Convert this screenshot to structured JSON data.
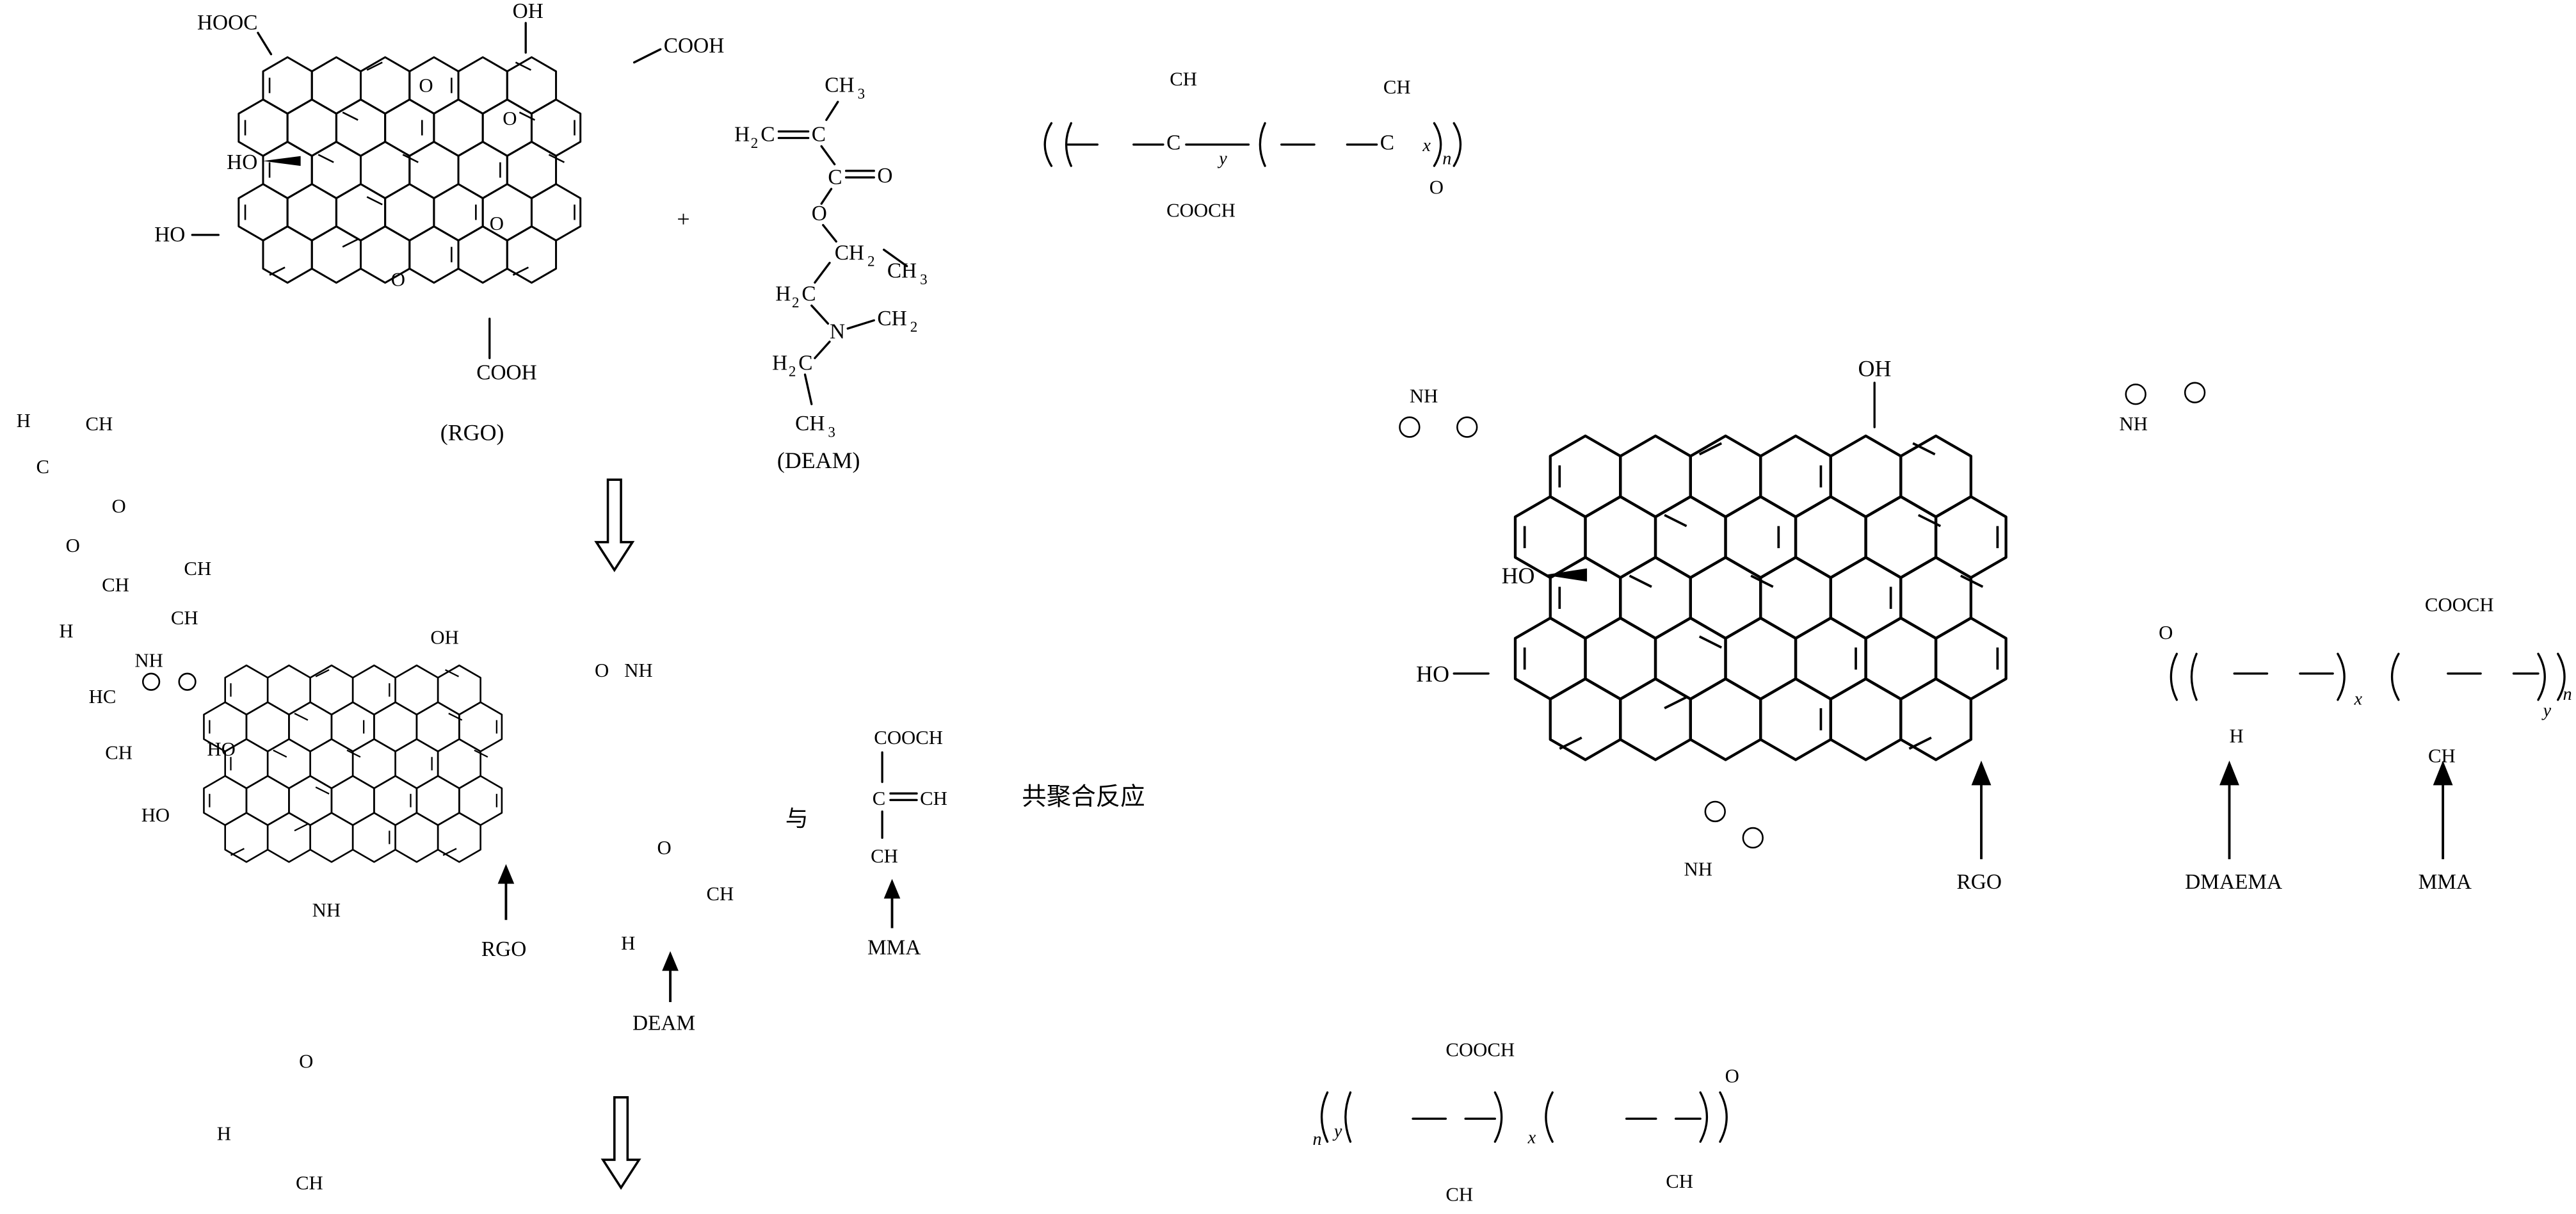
{
  "reactants": {
    "rgo_groups": {
      "hooc": "HOOC",
      "oh_top": "OH",
      "cooh_right": "COOH",
      "ho_mid": "HO",
      "ho_left": "HO",
      "cooh_bottom": "COOH",
      "epoxy_o": "O"
    },
    "rgo_label": "(RGO)",
    "deam": {
      "ch3_top": "CH",
      "sub3": "3",
      "h2c": "H",
      "sub2": "2",
      "c_eq": "C",
      "c": "C",
      "o_carbonyl": "O",
      "o_ester": "O",
      "ch2": "CH",
      "ch3": "CH",
      "h2c_n": "H",
      "c_left": "C",
      "n": "N",
      "ch2_right": "CH",
      "h2c_bot": "H",
      "ch3_bot": "CH"
    },
    "plus": "+",
    "deam_label": "(DEAM)"
  },
  "intermediate": {
    "monomer_top": {
      "ch3": "CH",
      "h2c": "H",
      "c": "C",
      "o": "O",
      "o_ester": "O",
      "ch2": "CH",
      "h2c_2": "H",
      "ch2_2": "CH",
      "nh": "NH",
      "hc": "HC",
      "ch3_2": "CH"
    },
    "anion_o": "O",
    "nh_plus": "NH",
    "rgo_label": "RGO",
    "deam_label": "DEAM",
    "mma_label": "MMA",
    "and_text": "与",
    "reaction_text": "共聚合反应",
    "mma": {
      "cooch3": "COOCH",
      "c": "C",
      "ch2": "CH",
      "ch3": "CH"
    }
  },
  "product": {
    "chain_top": {
      "ch3": "CH",
      "cooch3": "COOCH",
      "c": "C",
      "o": "O",
      "subscript_y": "y",
      "subscript_x": "x",
      "subscript_n": "n"
    },
    "chain_right": {
      "cooch3": "COOCH",
      "ch3": "CH",
      "h3c": "H",
      "o": "O",
      "subscript_x": "x",
      "subscript_y": "y",
      "subscript_n": "n"
    },
    "chain_bottom": {
      "cooch3": "COOCH",
      "ch3": "CH",
      "o": "O",
      "subscript_y": "y",
      "subscript_x": "x",
      "subscript_n": "n"
    },
    "nh": "NH",
    "rgo_oh_top": "OH",
    "rgo_ho_mid": "HO",
    "rgo_ho_left": "HO",
    "labels": {
      "rgo": "RGO",
      "dmaema": "DMAEMA",
      "mma": "MMA"
    }
  }
}
